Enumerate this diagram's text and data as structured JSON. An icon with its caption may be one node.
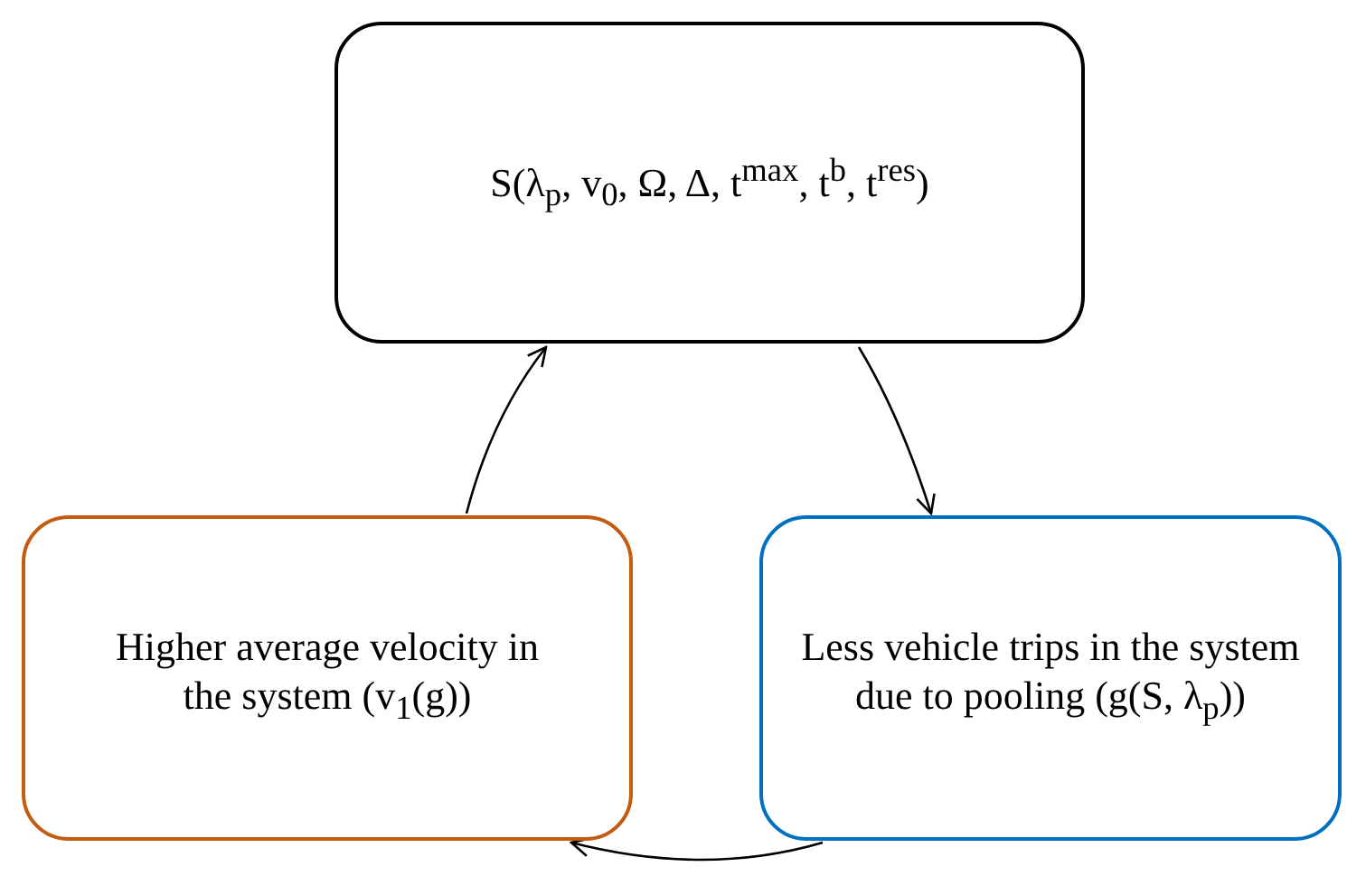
{
  "diagram": {
    "nodes": [
      {
        "text": [
          "S(λ$_{p}$, v$_{0}$, Ω, Δ, t$^{max}$, t$^{b}$, t$^{res}$)"
        ]
      },
      {
        "text": [
          "Higher average velocity in the system (v$_{1}$(g))"
        ]
      },
      {
        "text": [
          "Less vehicle trips in the system due to pooling (g(S, λ$_{p}$))"
        ]
      }
    ],
    "edges": [
      {
        "from": 1,
        "to": 0,
        "arrow": "to"
      },
      {
        "from": 0,
        "to": 2,
        "arrow": "to"
      },
      {
        "from": 2,
        "to": 1,
        "arrow": "to"
      }
    ]
  }
}
